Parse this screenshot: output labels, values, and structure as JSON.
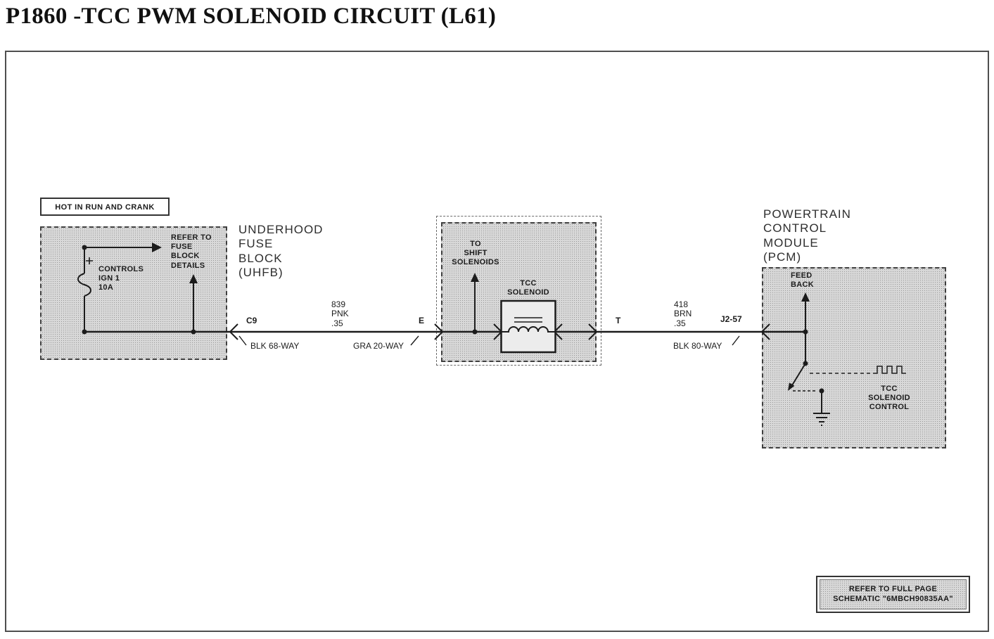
{
  "colors": {
    "ink": "#1c1c1c",
    "panel": "#d8d8d8"
  },
  "title": "P1860 -TCC PWM SOLENOID CIRCUIT (L61)",
  "fuse_area": {
    "hot_tag": "HOT IN RUN AND CRANK",
    "refer_note": "REFER TO\nFUSE\nBLOCK\nDETAILS",
    "fuse_label": "CONTROLS\nIGN 1\n10A",
    "block_name": "UNDERHOOD\nFUSE\nBLOCK\n(UHFB)"
  },
  "wire1": {
    "from_pin": "C9",
    "label": "839\nPNK\n.35",
    "to_pin": "E",
    "connector_left": "BLK 68-WAY",
    "connector_right": "GRA 20-WAY"
  },
  "solenoid_area": {
    "to_shift": "TO\nSHIFT\nSOLENOIDS",
    "name": "TCC\nSOLENOID"
  },
  "wire2": {
    "from_pin": "T",
    "label": "418\nBRN\n.35",
    "to_pin": "J2-57",
    "connector": "BLK 80-WAY"
  },
  "pcm_area": {
    "name": "POWERTRAIN\nCONTROL\nMODULE\n(PCM)",
    "feedback": "FEED\nBACK",
    "control": "TCC\nSOLENOID\nCONTROL"
  },
  "footer_note": "REFER TO FULL PAGE\nSCHEMATIC \"6MBCH90835AA\""
}
